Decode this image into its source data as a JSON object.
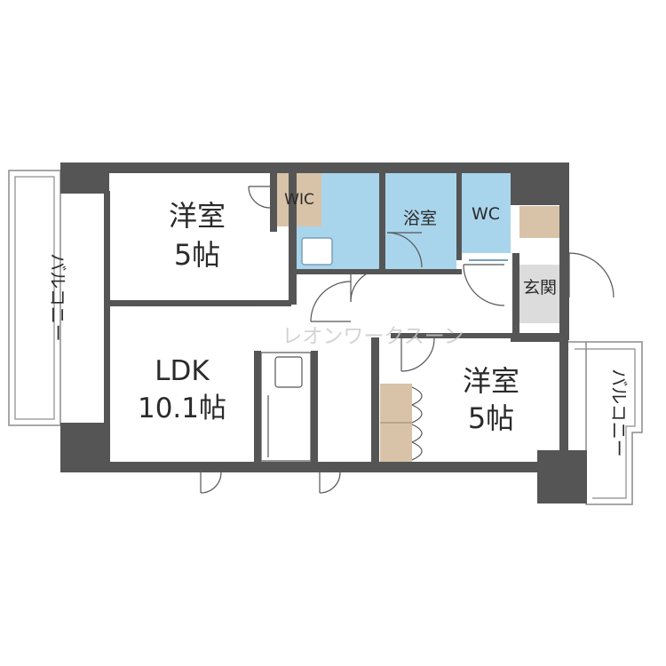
{
  "rooms": {
    "western_room_1": {
      "name": "洋室",
      "size": "5帖"
    },
    "ldk": {
      "name": "LDK",
      "size": "10.1帖"
    },
    "western_room_2": {
      "name": "洋室",
      "size": "5帖"
    },
    "wic": "WIC",
    "bath": "浴室",
    "wc": "WC",
    "entrance": "玄関",
    "balcony_left": "バルコニー",
    "balcony_right": "バルコニー"
  },
  "watermark": "レオンワークスーン",
  "colors": {
    "wall": "#555555",
    "wet_area": "#a9d5ec",
    "storage": "#d8c3a8",
    "entrance_floor": "#dcdcdc",
    "text": "#2a2a2a"
  }
}
